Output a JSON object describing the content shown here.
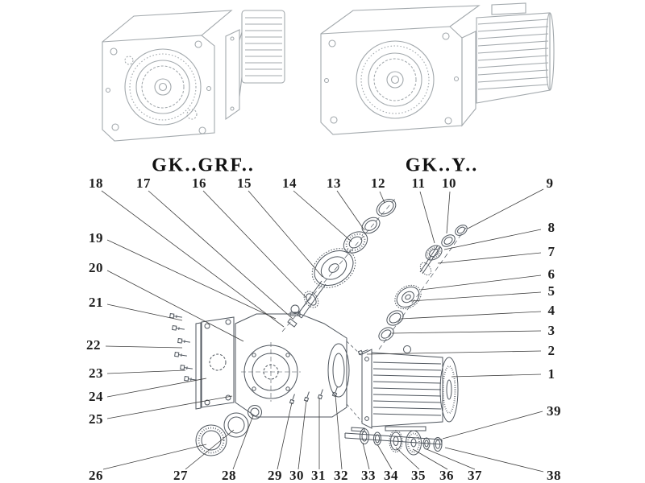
{
  "variants": {
    "left": "GK..GRF..",
    "right": "GK..Y.."
  },
  "callouts": {
    "c1": "1",
    "c2": "2",
    "c3": "3",
    "c4": "4",
    "c5": "5",
    "c6": "6",
    "c7": "7",
    "c8": "8",
    "c9": "9",
    "c10": "10",
    "c11": "11",
    "c12": "12",
    "c13": "13",
    "c14": "14",
    "c15": "15",
    "c16": "16",
    "c17": "17",
    "c18": "18",
    "c19": "19",
    "c20": "20",
    "c21": "21",
    "c22": "22",
    "c23": "23",
    "c24": "24",
    "c25": "25",
    "c26": "26",
    "c27": "27",
    "c28": "28",
    "c29": "29",
    "c30": "30",
    "c31": "31",
    "c32": "32",
    "c33": "33",
    "c34": "34",
    "c35": "35",
    "c36": "36",
    "c37": "37",
    "c38": "38",
    "c39": "39"
  },
  "colors": {
    "drawing_light": "#a3a9ad",
    "drawing_dark": "#4f565e",
    "leader": "#3f3f3f"
  }
}
